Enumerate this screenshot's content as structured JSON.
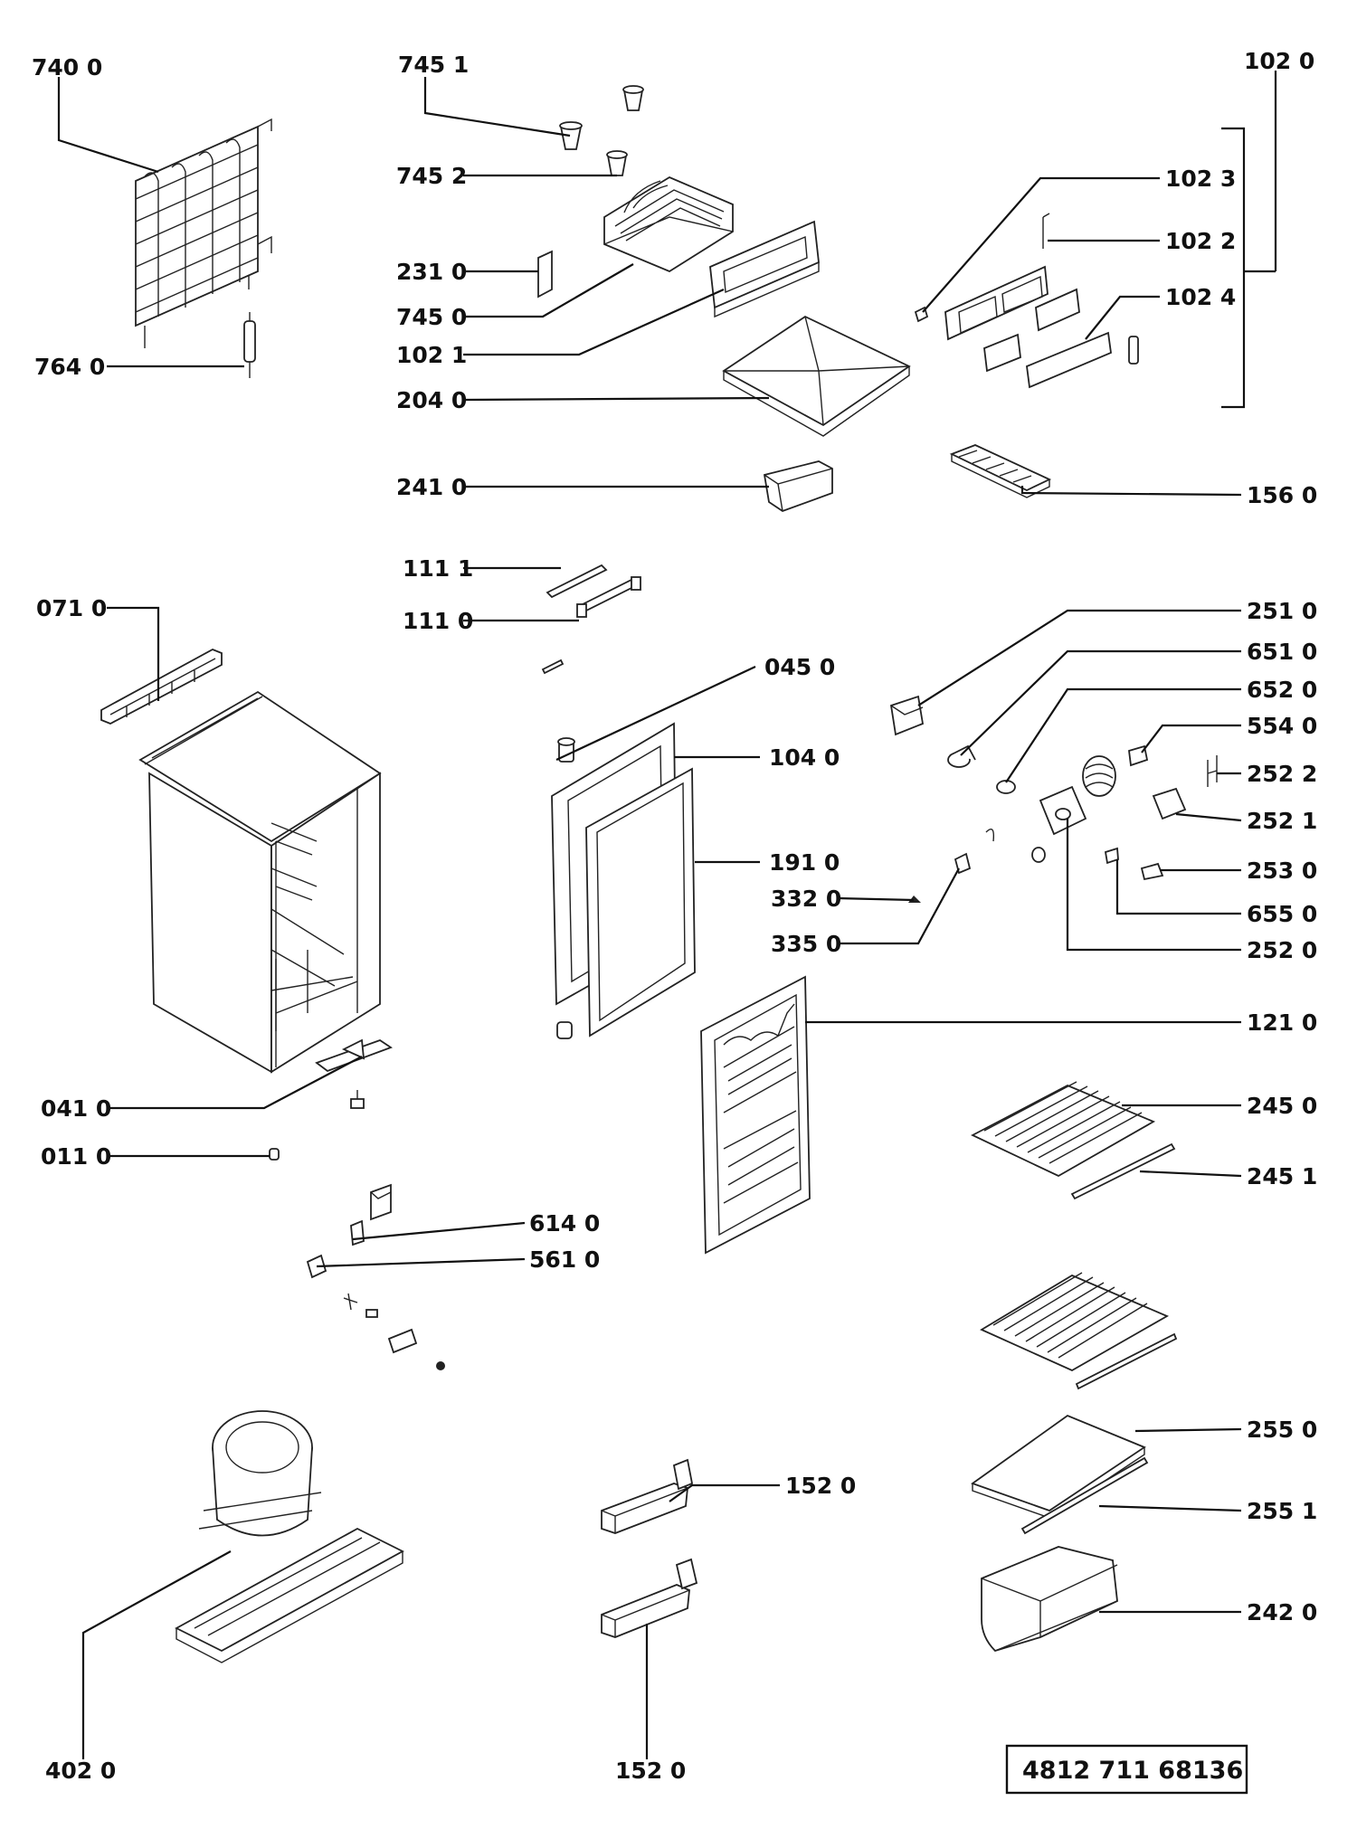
{
  "labels": {
    "l7400": "740 0",
    "l7451": "745 1",
    "l7452": "745 2",
    "l2310": "231 0",
    "l7450": "745 0",
    "l1021": "102 1",
    "l7640": "764 0",
    "l2040": "204 0",
    "l2410": "241 0",
    "l1020": "102 0",
    "l1023": "102 3",
    "l1022": "102 2",
    "l1024": "102 4",
    "l1560": "156 0",
    "l1111": "111 1",
    "l1110": "111 0",
    "l0710": "071 0",
    "l0450": "045 0",
    "l1040": "104 0",
    "l1910": "191 0",
    "l3320": "332 0",
    "l3350": "335 0",
    "l2510": "251 0",
    "l6510": "651 0",
    "l6520": "652 0",
    "l5540": "554 0",
    "l2522": "252 2",
    "l2521": "252 1",
    "l2530": "253 0",
    "l6550": "655 0",
    "l2520": "252 0",
    "l1210": "121 0",
    "l0410": "041 0",
    "l0110": "011 0",
    "l2450": "245 0",
    "l2451": "245 1",
    "l6140": "614 0",
    "l5610": "561 0",
    "l2550": "255 0",
    "l2551": "255 1",
    "l1520a": "152 0",
    "l2420": "242 0",
    "l4020": "402 0",
    "l1520b": "152 0"
  },
  "part_number": "4812 711 68136"
}
